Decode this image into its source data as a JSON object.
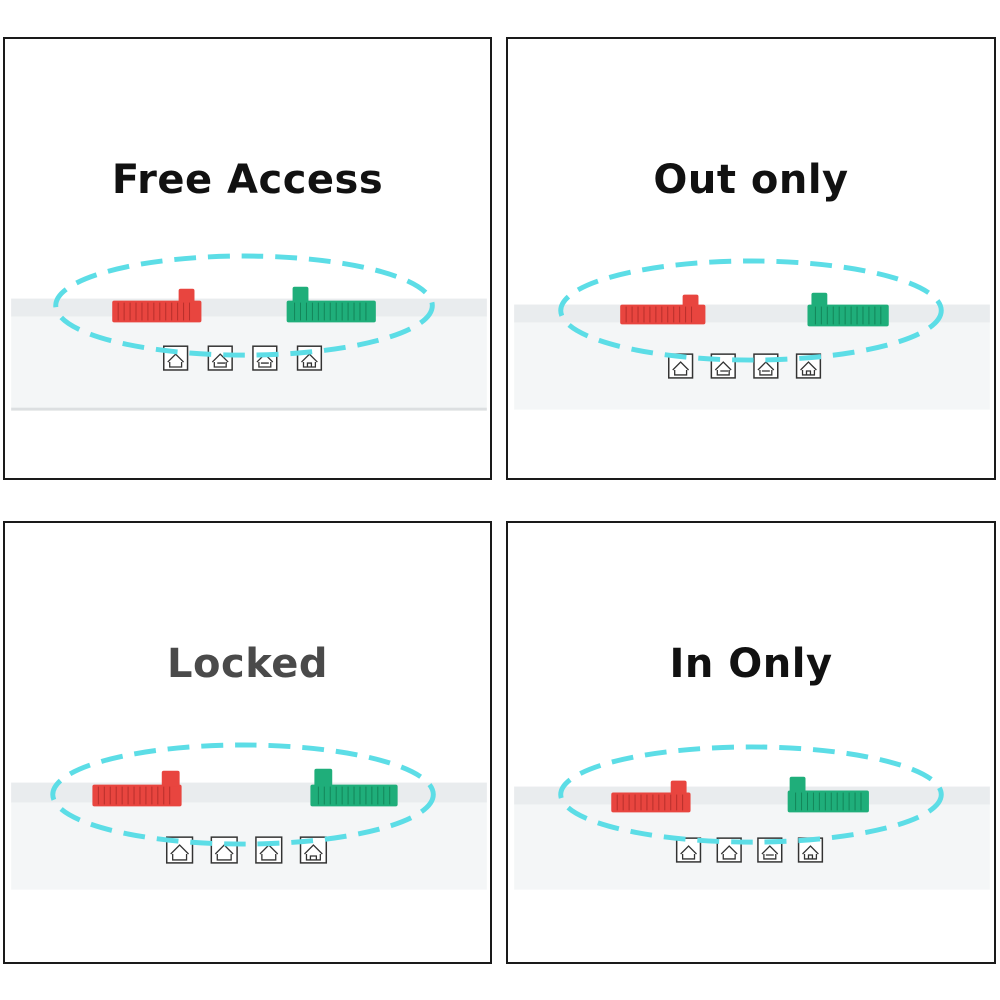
{
  "panels": [
    {
      "title": "Free Access",
      "title_color": "#111111",
      "red_locked": false,
      "green_locked": false
    },
    {
      "title": "Out only",
      "title_color": "#111111",
      "red_locked": true,
      "green_locked": false
    },
    {
      "title": "Locked",
      "title_color": "#4a4a4a",
      "red_locked": true,
      "green_locked": true
    },
    {
      "title": "In Only",
      "title_color": "#111111",
      "red_locked": false,
      "green_locked": true
    }
  ],
  "colors": {
    "red_slider": "#e8453f",
    "green_slider": "#1fae7a",
    "dash_ring": "#5cdde6",
    "frame": "#eef0f1",
    "border": "#1a1a1a"
  },
  "icons": [
    "house-icon",
    "exit-arrow-icon",
    "entry-arrow-icon",
    "house-door-icon"
  ]
}
